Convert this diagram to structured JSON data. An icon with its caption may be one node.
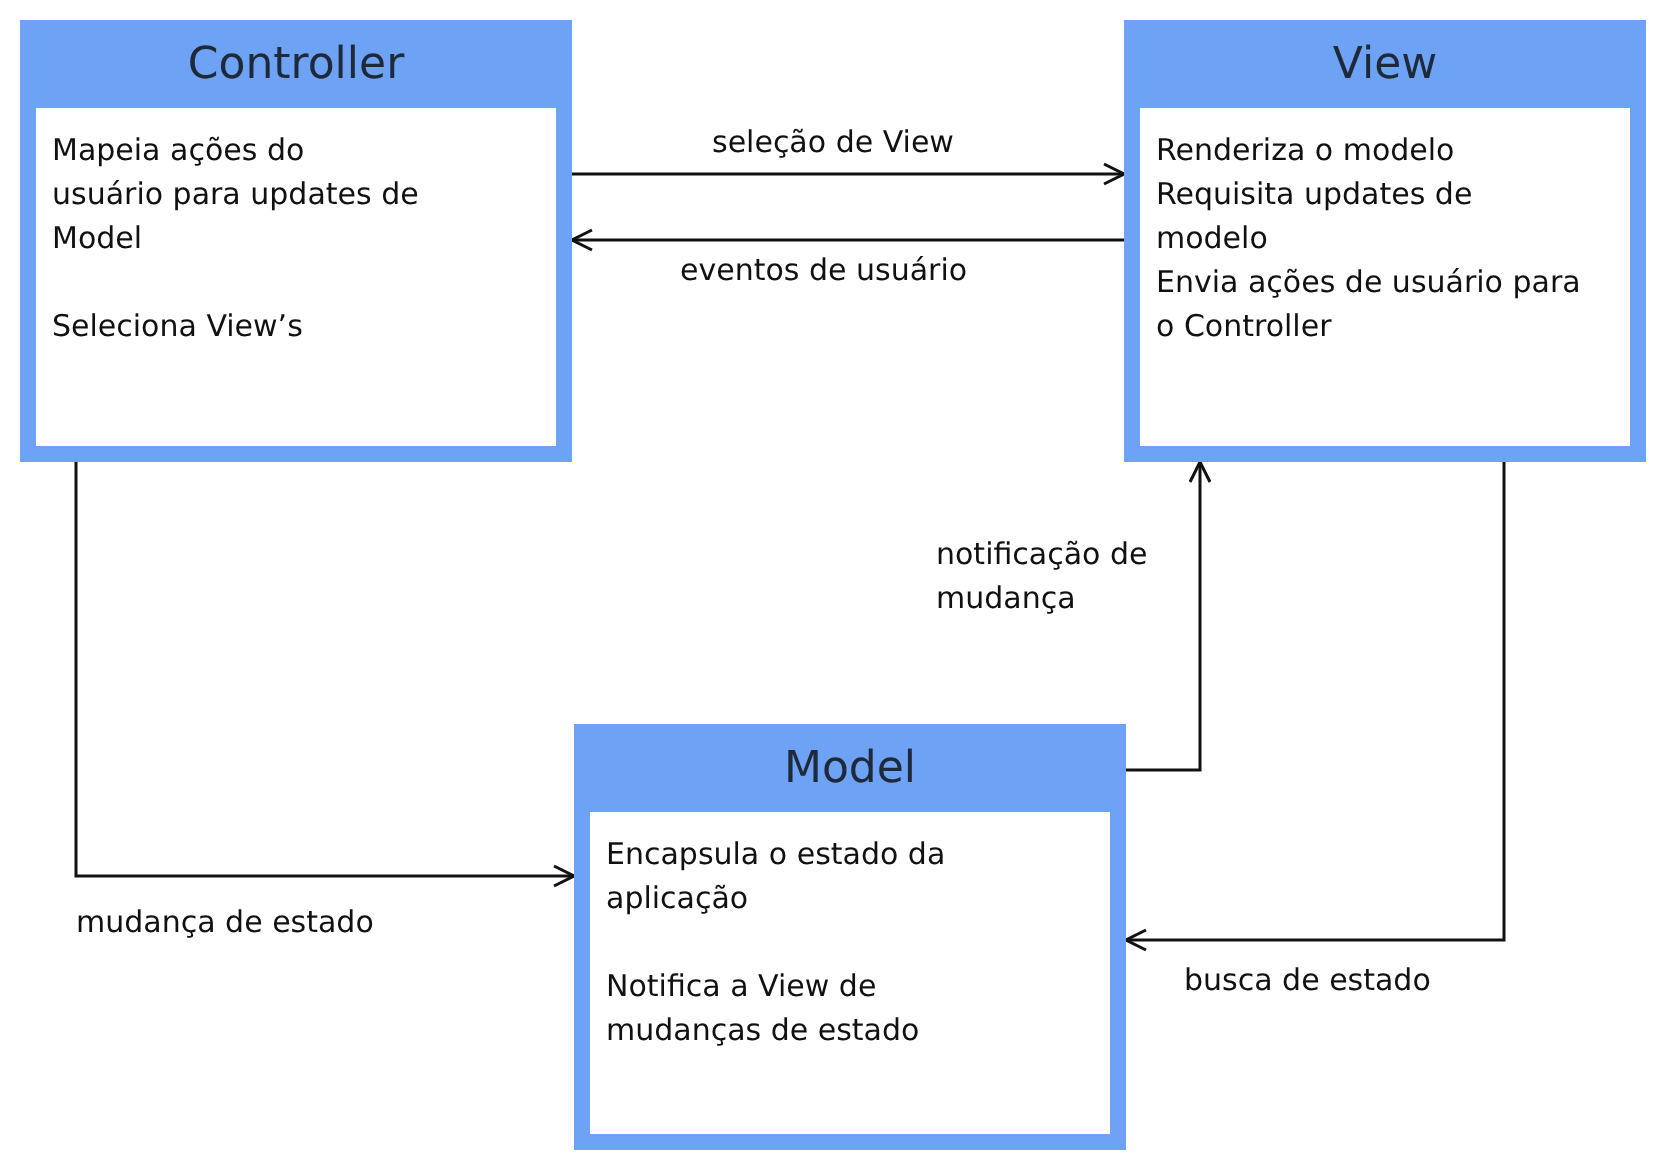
{
  "diagram": {
    "nodes": [
      {
        "text": [
          "Controller",
          "Mapeia ações do usuário para updates de Model",
          "Seleciona View’s"
        ]
      },
      {
        "text": [
          "View",
          "Renderiza o modelo",
          "Requisita updates de modelo",
          "Envia ações de usuário para o Controller"
        ]
      },
      {
        "text": [
          "Model",
          "Encapsula o estado da aplicação",
          "Notifica a View de mudanças de estado"
        ]
      }
    ],
    "edges": [
      {
        "from": 0,
        "to": 1,
        "arrow": "to",
        "label": "seleção de View"
      },
      {
        "from": 1,
        "to": 0,
        "arrow": "to",
        "label": "eventos de usuário"
      },
      {
        "from": 0,
        "to": 2,
        "arrow": "to",
        "label": "mudança de estado"
      },
      {
        "from": 2,
        "to": 1,
        "arrow": "to",
        "label": "notificação de mudança"
      },
      {
        "from": 1,
        "to": 2,
        "arrow": "to",
        "label": "busca de estado"
      }
    ]
  }
}
